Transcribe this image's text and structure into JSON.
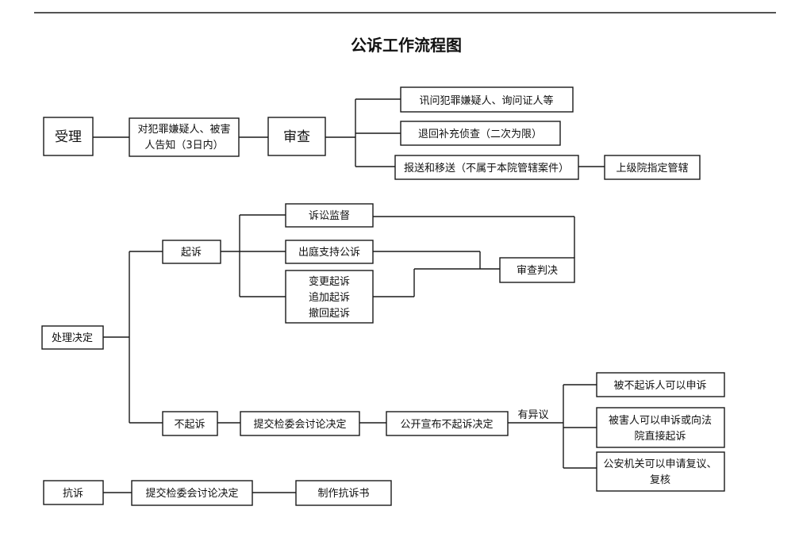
{
  "title": "公诉工作流程图",
  "nodes": {
    "accept": "受理",
    "notify_1": "对犯罪嫌疑人、被害",
    "notify_2": "人告知（3日内）",
    "review": "审查",
    "interrogate": "讯问犯罪嫌疑人、询问证人等",
    "supplement": "退回补充侦查（二次为限）",
    "transfer": "报送和移送（不属于本院管辖案件）",
    "higher_court": "上级院指定管辖",
    "decision": "处理决定",
    "prosecute": "起诉",
    "supervision": "诉讼监督",
    "court_support": "出庭支持公诉",
    "change": "变更起诉",
    "add": "追加起诉",
    "withdraw": "撤回起诉",
    "judgment": "审查判决",
    "non_prosecute": "不起诉",
    "committee": "提交检委会讨论决定",
    "announce": "公开宣布不起诉决定",
    "objection": "有异议",
    "appeal_accused": "被不起诉人可以申诉",
    "victim_1": "被害人可以申诉或向法",
    "victim_2": "院直接起诉",
    "police_1": "公安机关可以申请复议、",
    "police_2": "复核",
    "protest": "抗诉",
    "committee_2": "提交检委会讨论决定",
    "protest_doc": "制作抗诉书"
  }
}
